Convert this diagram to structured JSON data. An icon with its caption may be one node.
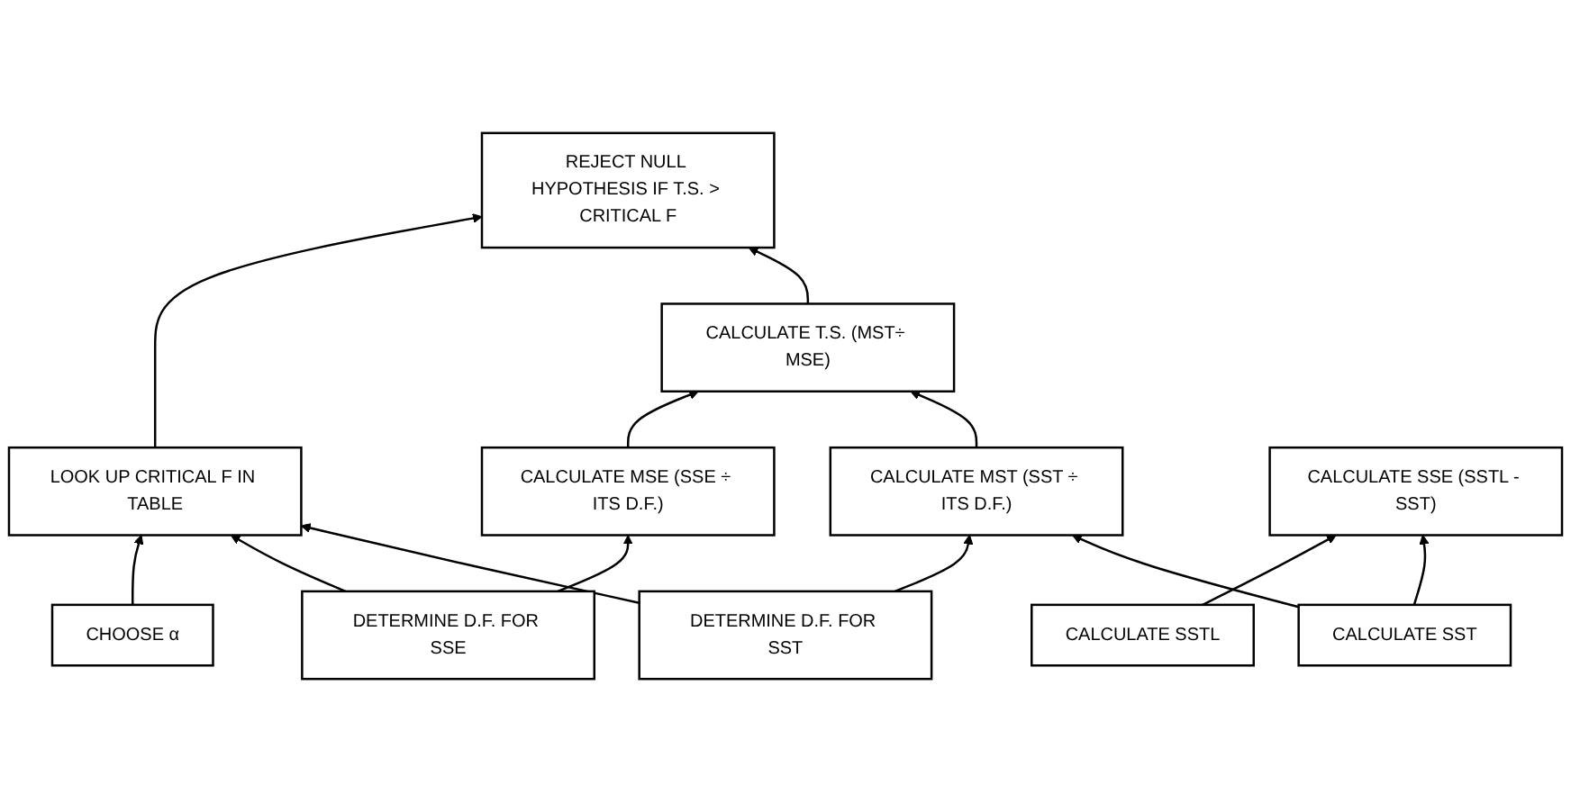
{
  "diagram": {
    "nodes": [
      {
        "text": [
          "REJECT NULL HYPOTHESIS IF T.S. > CRITICAL F"
        ]
      },
      {
        "text": [
          "LOOK UP CRITICAL F IN TABLE"
        ]
      },
      {
        "text": [
          "CALCULATE T.S. (MST÷ MSE)"
        ]
      },
      {
        "text": [
          "CALCULATE MSE (SSE ÷ ITS D.F.)"
        ]
      },
      {
        "text": [
          "CALCULATE MST (SST ÷ ITS D.F.)"
        ]
      },
      {
        "text": [
          "CHOOSE α"
        ]
      },
      {
        "text": [
          "DETERMINE D.F. FOR SSE"
        ]
      },
      {
        "text": [
          "CALCULATE SSE (SSTL - SST)"
        ]
      },
      {
        "text": [
          "DETERMINE D.F. FOR SST"
        ]
      },
      {
        "text": [
          "CALCULATE SSTL"
        ]
      },
      {
        "text": [
          "CALCULATE SST"
        ]
      }
    ],
    "edges": [
      {
        "from": 1,
        "to": 0,
        "arrow": "to"
      },
      {
        "from": 2,
        "to": 0,
        "arrow": "to"
      },
      {
        "from": 3,
        "to": 2,
        "arrow": "to"
      },
      {
        "from": 4,
        "to": 2,
        "arrow": "to"
      },
      {
        "from": 5,
        "to": 1,
        "arrow": "to"
      },
      {
        "from": 6,
        "to": 1,
        "arrow": "to"
      },
      {
        "from": 8,
        "to": 1,
        "arrow": "to"
      },
      {
        "from": 6,
        "to": 3,
        "arrow": "to"
      },
      {
        "from": 8,
        "to": 4,
        "arrow": "to"
      },
      {
        "from": 10,
        "to": 4,
        "arrow": "to"
      },
      {
        "from": 9,
        "to": 7,
        "arrow": "to"
      },
      {
        "from": 10,
        "to": 7,
        "arrow": "to"
      }
    ]
  }
}
